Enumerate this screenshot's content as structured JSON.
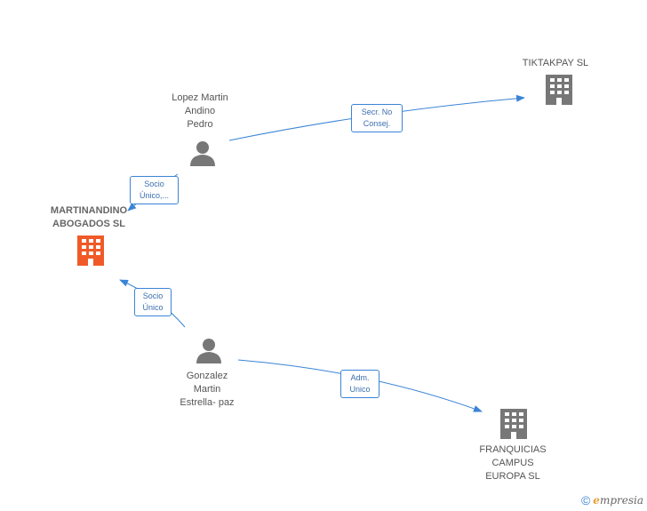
{
  "nodes": {
    "lopez": {
      "label": "Lopez Martin\nAndino\nPedro",
      "type": "person"
    },
    "tiktakpay": {
      "label": "TIKTAKPAY SL",
      "type": "company"
    },
    "martinandino": {
      "label": "MARTINANDINO\nABOGADOS SL",
      "type": "company-main"
    },
    "gonzalez": {
      "label": "Gonzalez\nMartin\nEstrella- paz",
      "type": "person"
    },
    "franquicias": {
      "label": "FRANQUICIAS\nCAMPUS\nEUROPA SL",
      "type": "company"
    }
  },
  "edges": {
    "lopez_tiktakpay": {
      "label": "Secr. No\nConsej."
    },
    "lopez_martinandino": {
      "label": "Socio\nÚnico,..."
    },
    "gonzalez_martinandino": {
      "label": "Socio\nÚnico"
    },
    "gonzalez_franquicias": {
      "label": "Adm.\nUnico"
    }
  },
  "colors": {
    "edge": "#3a84d6",
    "person_icon": "#777777",
    "company_icon": "#777777",
    "main_company_icon": "#f05a28"
  },
  "footer": {
    "copyright": "©",
    "brand_e": "e",
    "brand_rest": "mpresia"
  }
}
